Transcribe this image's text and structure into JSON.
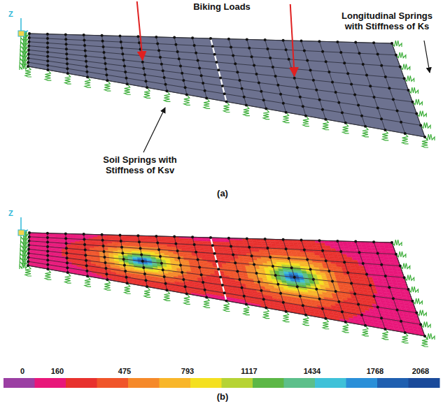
{
  "diagram": {
    "labels": [
      "Z",
      "Biking Loads",
      "Longitudinal Springs with Stiffness of Ks",
      "Soil Springs with Stiffness of Ksv",
      "(a)",
      "Z",
      "0",
      "160",
      "475",
      "793",
      "1117",
      "1434",
      "1768",
      "2068",
      "(b)"
    ]
  }
}
